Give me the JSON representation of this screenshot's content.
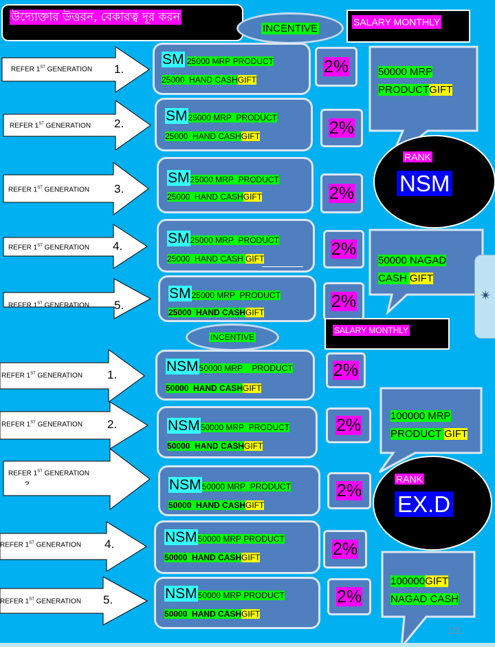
{
  "title": "উদ্যোক্তার উত্তরন, বেকারত্ব দূর করন",
  "incentive_label": "INCENTIVE",
  "salary_label": "SALARY MONTHLY",
  "refer_label": "REFER 1",
  "refer_sup": "ST",
  "refer_suffix": " GENERATION",
  "sm_section": {
    "code": "SM",
    "mrp": "25000 MRP",
    "product": "PRODUCT",
    "cash_amount": "25000",
    "hand_cash": "HAND CASH",
    "gift": "GIFT",
    "percent": "2%",
    "rows": [
      {
        "number": "1."
      },
      {
        "number": "2."
      },
      {
        "number": "3."
      },
      {
        "number": "4."
      },
      {
        "number": "5."
      }
    ],
    "reward1": {
      "amount_mrp": "50000  MRP",
      "product": "PRODUCT",
      "gift": "GIFT"
    },
    "rank_label": "RANK",
    "rank_name": "NSM",
    "reward2": {
      "line1": "50000 NAGAD",
      "cash": "CASH ",
      "gift": "GIFT"
    }
  },
  "nsm_section": {
    "code": "NSM",
    "mrp": "50000 MRP",
    "product": "PRODUCT",
    "cash_amount": "50000",
    "hand_cash": "HAND CASH",
    "gift": "GIFT",
    "percent": "2%",
    "rows": [
      {
        "number": "1."
      },
      {
        "number": "2."
      },
      {
        "number": "3."
      },
      {
        "number": "4."
      },
      {
        "number": "5."
      }
    ],
    "reward1": {
      "amount_mrp": "100000 MRP",
      "product": "PRODUCT ",
      "gift": "GIFT"
    },
    "rank_label": "RANK",
    "rank_name": "EX.D",
    "reward2": {
      "amount": "100000",
      "gift": "GIFT",
      "line2": "NAGAD CASH"
    }
  },
  "page_indicator": "1/1"
}
